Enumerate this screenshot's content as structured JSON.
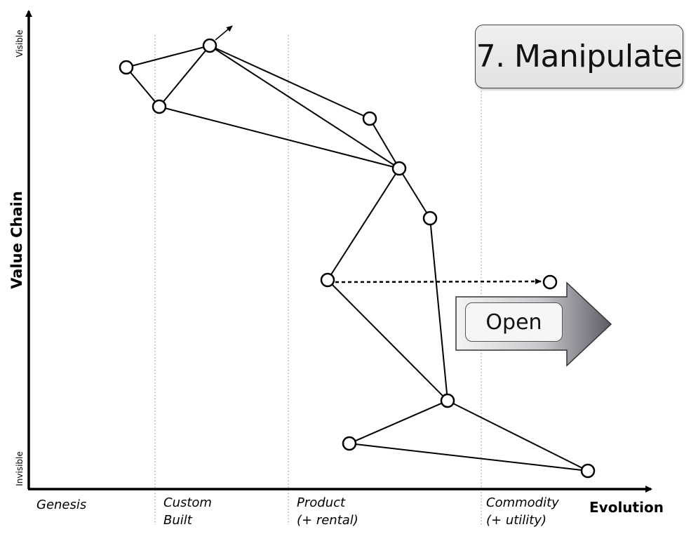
{
  "title": "7. Manipulate",
  "y_axis": {
    "label": "Value Chain",
    "top": "Visible",
    "bottom": "Invisible"
  },
  "x_axis": {
    "label": "Evolution",
    "stages": [
      {
        "line1": "Genesis",
        "line2": ""
      },
      {
        "line1": "Custom",
        "line2": "Built"
      },
      {
        "line1": "Product",
        "line2": "(+ rental)"
      },
      {
        "line1": "Commodity",
        "line2": "(+ utility)"
      }
    ]
  },
  "arrow_label": "Open",
  "colors": {
    "line": "#000000",
    "grid": "#888888",
    "arrow_light": "#f4f4f4",
    "arrow_dark": "#5c5c66"
  }
}
